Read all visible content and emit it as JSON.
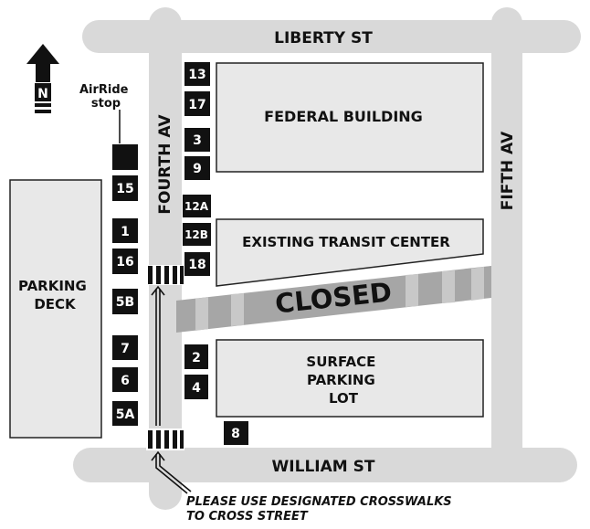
{
  "map": {
    "streets": {
      "liberty": "LIBERTY ST",
      "william": "WILLIAM ST",
      "fourth": "FOURTH AV",
      "fifth": "FIFTH AV"
    },
    "buildings": {
      "federal": "FEDERAL BUILDING",
      "transit": "EXISTING TRANSIT CENTER",
      "parking_deck": [
        "PARKING",
        "DECK"
      ],
      "surface_lot": [
        "SURFACE",
        "PARKING",
        "LOT"
      ]
    },
    "closed_label": "CLOSED",
    "north_label": "N",
    "airride": [
      "AirRide",
      "stop"
    ],
    "crosswalk_note": [
      "PLEASE USE DESIGNATED CROSSWALKS",
      "TO CROSS STREET"
    ],
    "stops": {
      "s13": "13",
      "s17": "17",
      "s3": "3",
      "s9": "9",
      "s12a": "12A",
      "s12b": "12B",
      "s18": "18",
      "s2": "2",
      "s4": "4",
      "s8": "8",
      "s15": "15",
      "s1": "1",
      "s16": "16",
      "s5b": "5B",
      "s7": "7",
      "s6": "6",
      "s5a": "5A"
    },
    "colors": {
      "road": "#d9d9d9",
      "road_edge": "#cfcfcf",
      "building_fill": "#e8e8e8",
      "building_stroke": "#222222",
      "closed_band": "#a6a6a6",
      "closed_stripe": "#c8c8c8",
      "stop_box": "#111111"
    }
  }
}
